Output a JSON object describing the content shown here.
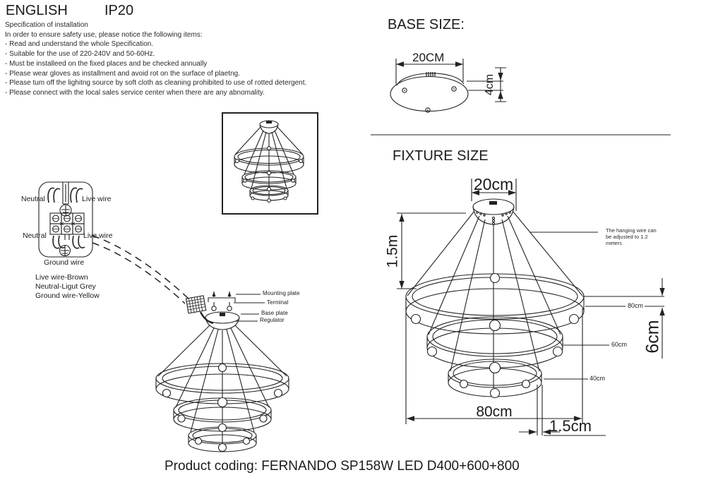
{
  "header": {
    "language": "ENGLISH",
    "ip_rating": "IP20"
  },
  "specification": {
    "title": "Specification of installation",
    "intro": "In order to ensure safety use, please notice the following items:",
    "items": [
      "- Read and understand the whole Specification.",
      "- Suitable for the use of 220-240V and 50-60Hz.",
      "- Must be installeed on the fixed places and be checked annually",
      "- Please wear gloves as installment and avoid rot on the surface of plaetng.",
      "- Please tum off the lighitng source by soft cloth as cleaning prohibited to use of rotted detergent.",
      "- Please connect with the local sales service center when there are any abnomality."
    ]
  },
  "wiring_diagram": {
    "terminal_labels": {
      "top_left": "Neutral",
      "top_right": "Live wire",
      "bottom_left": "Neutral",
      "bottom_right": "Live wire",
      "bottom": "Ground wire"
    },
    "color_legend": [
      "Live wire-Brown",
      "Neutral-Ligut Grey",
      "Ground wire-Yellow"
    ]
  },
  "installation_diagram": {
    "part_labels": [
      "Mounting plate",
      "Terminal",
      "Base plate",
      "Regulator"
    ]
  },
  "base_size": {
    "section_title": "BASE SIZE:",
    "diameter": "20CM",
    "height": "4cm"
  },
  "fixture_size": {
    "section_title": "FIXTURE SIZE",
    "canopy_diameter": "20cm",
    "drop_height": "1.5m",
    "wire_note_lines": [
      "The hanging wire can",
      "be adjusted to 1.2",
      "meters"
    ],
    "ring_diameter_labels": [
      "80cm",
      "60cm",
      "40cm"
    ],
    "ring_height": "6cm",
    "overall_diameter": "80cm",
    "ring_thickness": "1.5cm"
  },
  "footer": {
    "product_coding": "Product coding: FERNANDO SP158W LED D400+600+800"
  }
}
